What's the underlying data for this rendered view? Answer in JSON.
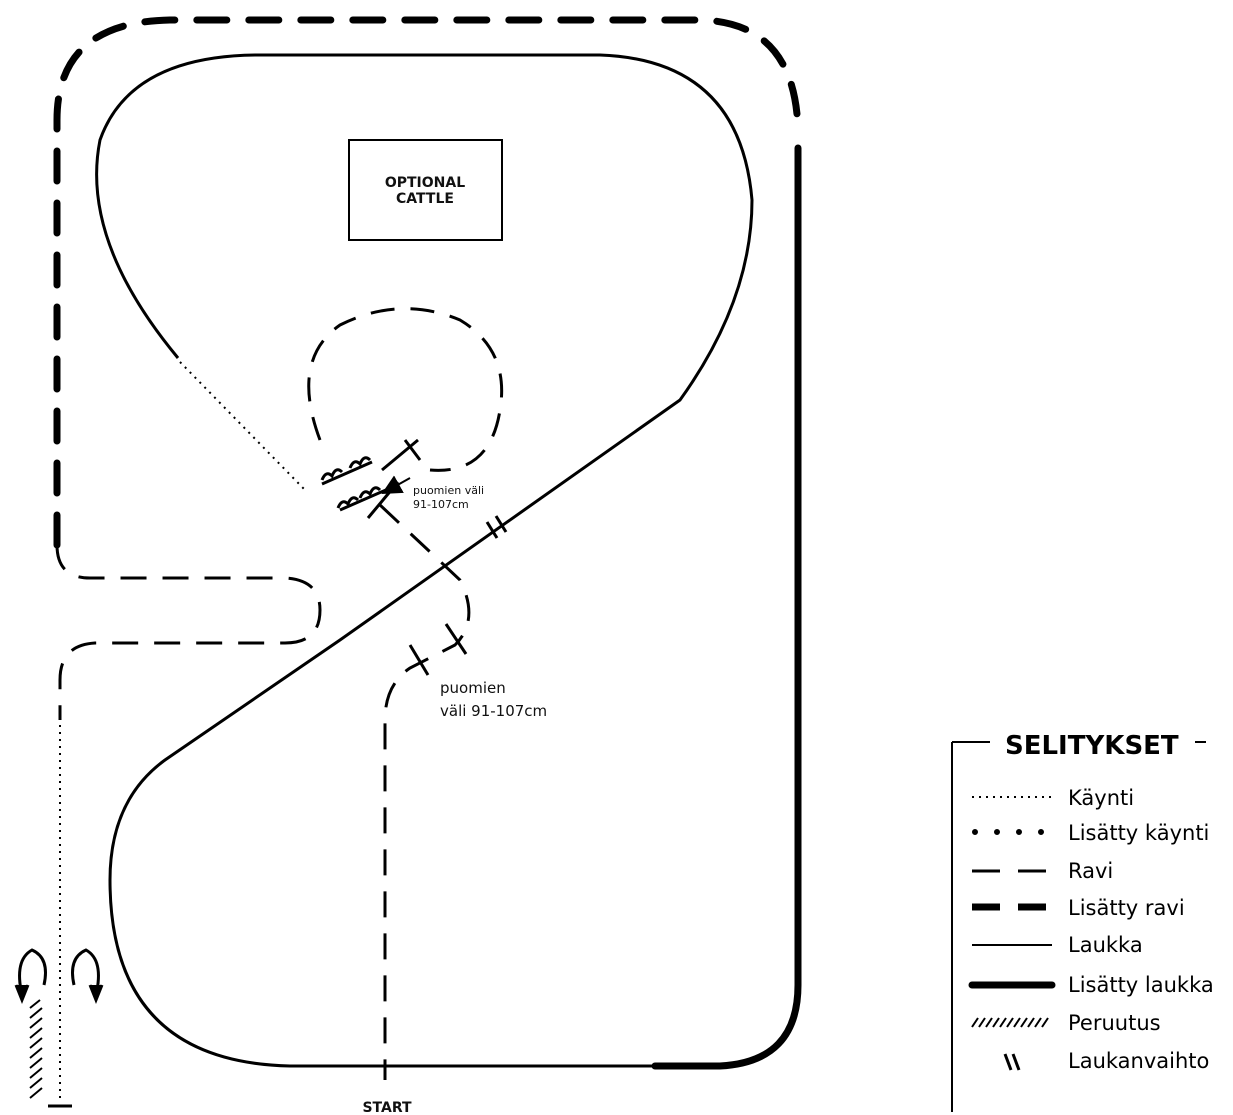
{
  "pattern": {
    "box_label_line1": "OPTIONAL",
    "box_label_line2": "CATTLE",
    "poles_note_upper_line1": "puomien väli",
    "poles_note_upper_line2": "91-107cm",
    "poles_note_lower_line1": "puomien",
    "poles_note_lower_line2": "väli 91-107cm",
    "start_label": "START"
  },
  "legend": {
    "title": "SELITYKSET",
    "items": [
      {
        "key": "walk",
        "label": "Käynti"
      },
      {
        "key": "extended-walk",
        "label": "Lisätty käynti"
      },
      {
        "key": "trot",
        "label": "Ravi"
      },
      {
        "key": "extended-trot",
        "label": "Lisätty ravi"
      },
      {
        "key": "lope",
        "label": "Laukka"
      },
      {
        "key": "extended-lope",
        "label": "Lisätty laukka"
      },
      {
        "key": "back-up",
        "label": "Peruutus"
      },
      {
        "key": "lead-change",
        "label": "Laukanvaihto"
      }
    ]
  },
  "colors": {
    "ink": "#000000",
    "background": "#ffffff"
  }
}
